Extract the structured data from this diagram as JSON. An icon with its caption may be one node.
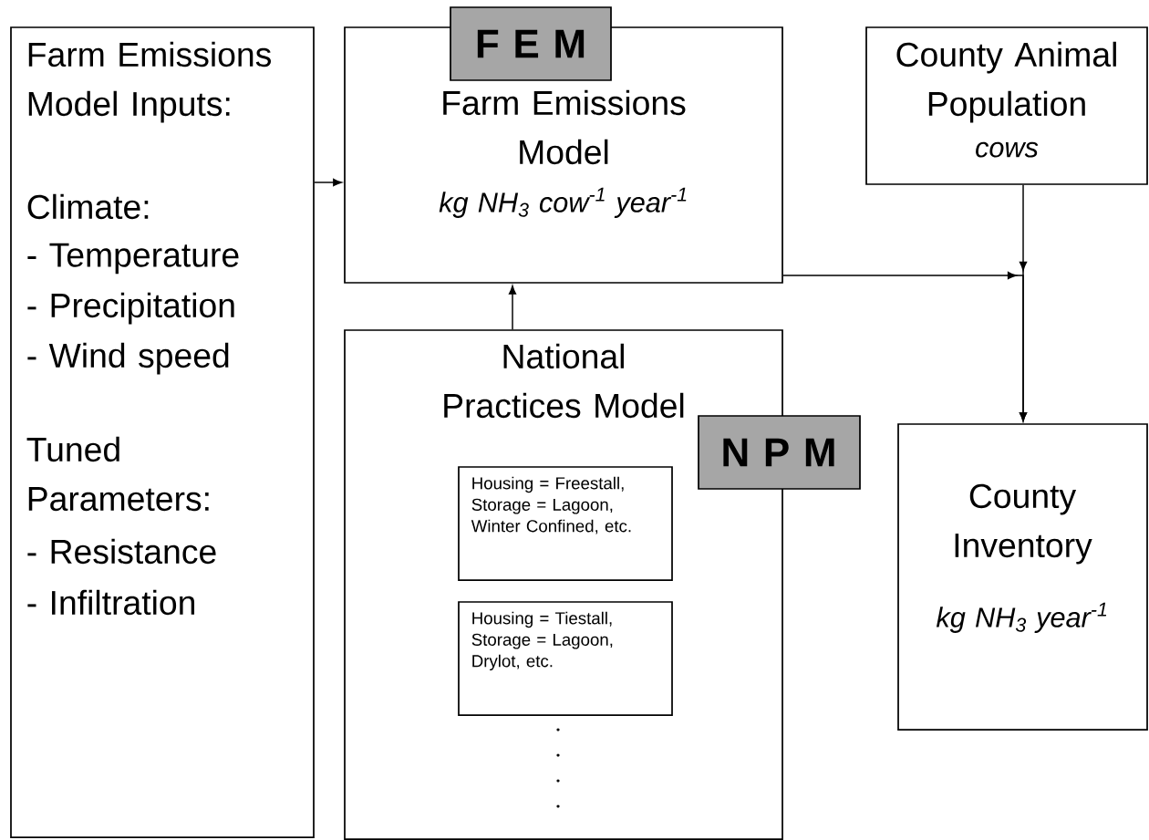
{
  "diagram": {
    "nodes": [
      {
        "text": [
          "Farm Emissions Model Inputs:",
          "Climate:",
          "- Temperature",
          "- Precipitation",
          "- Wind speed",
          "Tuned Parameters:",
          "- Resistance",
          "- Infiltration"
        ]
      },
      {
        "text": [
          "Farm Emissions Model",
          "kg NH$_{3}$ cow$^{-1}$ year$^{-1}$"
        ]
      },
      {
        "text": [
          "F E M"
        ]
      },
      {
        "text": [
          "County Animal Population",
          "cows"
        ]
      },
      {
        "text": [
          "National Practices Model"
        ]
      },
      {
        "text": [
          "N P M"
        ]
      },
      {
        "text": [
          "Housing = Freestall, Storage = Lagoon, Winter Confined, etc."
        ],
        "in": 4
      },
      {
        "text": [
          "Housing = Tiestall, Storage = Lagoon, Drylot, etc."
        ],
        "in": 4
      },
      {
        "text": [
          "County Inventory",
          "kg NH$_{3}$ year$^{-1}$"
        ]
      }
    ],
    "edges": [
      {
        "from": 0,
        "to": 1,
        "arrow": "to"
      },
      {
        "from": 4,
        "to": 1,
        "arrow": "to"
      },
      {
        "from": 1,
        "to": 8,
        "arrow": "to"
      },
      {
        "from": 3,
        "to": 8,
        "arrow": "to"
      }
    ]
  }
}
